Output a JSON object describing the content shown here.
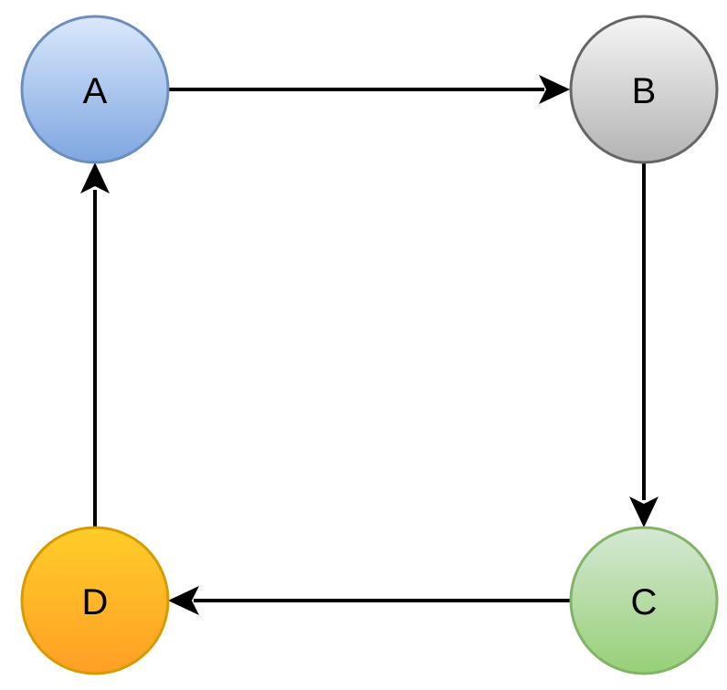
{
  "nodes": {
    "a": {
      "label": "A",
      "color": "#7ea6e0"
    },
    "b": {
      "label": "B",
      "color": "#bdbdbd"
    },
    "c": {
      "label": "C",
      "color": "#a9d18e"
    },
    "d": {
      "label": "D",
      "color": "#ffa826"
    }
  },
  "edges": [
    {
      "from": "A",
      "to": "B"
    },
    {
      "from": "B",
      "to": "C"
    },
    {
      "from": "C",
      "to": "D"
    },
    {
      "from": "D",
      "to": "A"
    }
  ]
}
